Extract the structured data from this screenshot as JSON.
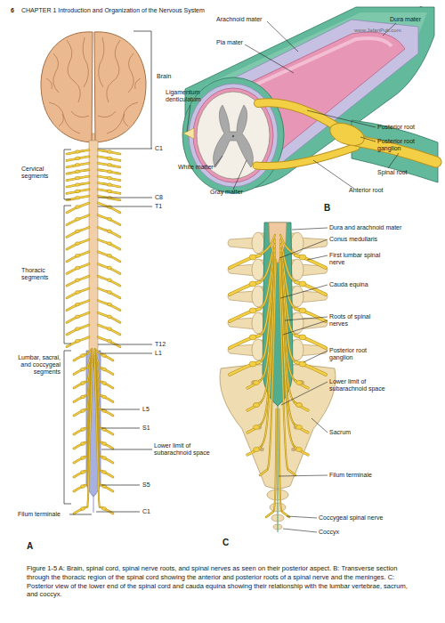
{
  "diagram": {
    "caption": "Figure 1-5 A: Brain, spinal cord, spinal nerve roots, and spinal nerves as seen on their posterior aspect. B: Transverse section through the thoracic region of the spinal cord showing the anterior and posterior roots of a spinal nerve and the meninges. C: Posterior view of the lower end of the spinal cord and cauda equina showing their relationship with the lumbar vertebrae, sacrum, and coccyx.",
    "labels": [
      "6",
      "CHAPTER 1 Introduction and Organization of the Nervous System",
      "www.JafariPub.com",
      "Brain",
      "C1",
      "Cervical segments",
      "C8",
      "T1",
      "Thoracic segments",
      "T12",
      "L1",
      "Lumbar, sacral, and coccygeal segments",
      "L5",
      "S1",
      "Lower limit of subarachnoid space",
      "S5",
      "Filum terminale",
      "C1",
      "A",
      "Arachnoid mater",
      "Dura mater",
      "Pia mater",
      "Ligamentum denticulatum",
      "Posterior root",
      "Posterior root ganglion",
      "Spinal root",
      "White matter",
      "Gray matter",
      "Anterior root",
      "B",
      "Dura and arachnoid mater",
      "Conus medullaris",
      "First lumbar spinal nerve",
      "Cauda equina",
      "Roots of spinal nerves",
      "Posterior root ganglion",
      "Lower limit of subarachnoid space",
      "Sacrum",
      "Filum terminale",
      "Coccygeal spinal nerve",
      "Coccyx",
      "C"
    ]
  }
}
